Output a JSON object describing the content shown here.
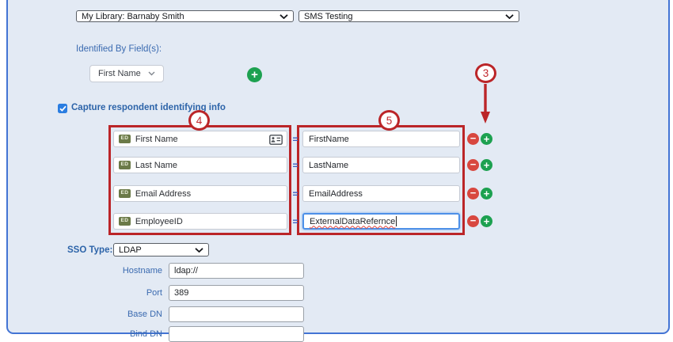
{
  "colors": {
    "panel_bg": "#e3eaf4",
    "panel_border": "#4374d4",
    "label_blue": "#3a6ab0",
    "bold_label_blue": "#2d64a9",
    "annotation_red": "#bb2528",
    "minus_red": "#d8473f",
    "plus_green": "#1da150",
    "checkbox_blue": "#2a7de1",
    "badge_green": "#6b7a48",
    "focus_blue": "#4d90e8"
  },
  "header": {
    "library_select": "My Library: Barnaby Smith",
    "survey_select": "SMS Testing"
  },
  "identified_by": {
    "label": "Identified By Field(s):",
    "field_select": "First Name"
  },
  "capture": {
    "checkbox_label": "Capture respondent identifying info",
    "checked": true,
    "equals_sign": "=",
    "rows": [
      {
        "badge": "ED",
        "field": "First Name",
        "value": "FirstName"
      },
      {
        "badge": "ED",
        "field": "Last Name",
        "value": "LastName"
      },
      {
        "badge": "ED",
        "field": "Email Address",
        "value": "EmailAddress"
      },
      {
        "badge": "ED",
        "field": "EmployeeID",
        "value": "ExternalDataRefernce"
      }
    ]
  },
  "sso": {
    "type_label": "SSO Type:",
    "type_value": "LDAP",
    "fields": [
      {
        "label": "Hostname",
        "value": "ldap://"
      },
      {
        "label": "Port",
        "value": "389"
      },
      {
        "label": "Base DN",
        "value": ""
      },
      {
        "label": "Bind DN",
        "value": ""
      }
    ]
  },
  "annotations": {
    "step3": "3",
    "step4": "4",
    "step5": "5"
  },
  "icons": {
    "plus_glyph": "+",
    "minus_glyph": "−"
  }
}
